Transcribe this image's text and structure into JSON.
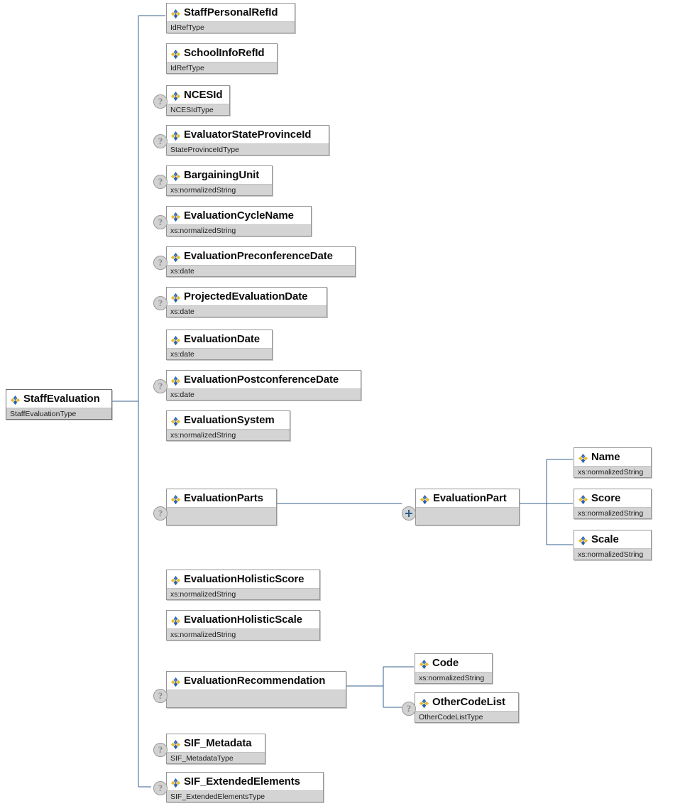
{
  "diagram": {
    "kind": "xml-schema-tree",
    "line_color": "#36618e",
    "box_border_color": "#949494",
    "type_bar_color": "#d4d4d4",
    "icon_name": "xsd-element-icon",
    "optional_marker": "?",
    "sequence_marker": "+",
    "root": {
      "name": "StaffEvaluation",
      "type": "StaffEvaluationType",
      "optional": false
    },
    "children": [
      {
        "name": "StaffPersonalRefId",
        "type": "IdRefType",
        "optional": false
      },
      {
        "name": "SchoolInfoRefId",
        "type": "IdRefType",
        "optional": false
      },
      {
        "name": "NCESId",
        "type": "NCESIdType",
        "optional": true
      },
      {
        "name": "EvaluatorStateProvinceId",
        "type": "StateProvinceIdType",
        "optional": true
      },
      {
        "name": "BargainingUnit",
        "type": "xs:normalizedString",
        "optional": true
      },
      {
        "name": "EvaluationCycleName",
        "type": "xs:normalizedString",
        "optional": true
      },
      {
        "name": "EvaluationPreconferenceDate",
        "type": "xs:date",
        "optional": true
      },
      {
        "name": "ProjectedEvaluationDate",
        "type": "xs:date",
        "optional": true
      },
      {
        "name": "EvaluationDate",
        "type": "xs:date",
        "optional": false
      },
      {
        "name": "EvaluationPostconferenceDate",
        "type": "xs:date",
        "optional": true
      },
      {
        "name": "EvaluationSystem",
        "type": "xs:normalizedString",
        "optional": false
      },
      {
        "name": "EvaluationParts",
        "type": "",
        "optional": true
      },
      {
        "name": "EvaluationHolisticScore",
        "type": "xs:normalizedString",
        "optional": false
      },
      {
        "name": "EvaluationHolisticScale",
        "type": "xs:normalizedString",
        "optional": false
      },
      {
        "name": "EvaluationRecommendation",
        "type": "",
        "optional": true
      },
      {
        "name": "SIF_Metadata",
        "type": "SIF_MetadataType",
        "optional": true
      },
      {
        "name": "SIF_ExtendedElements",
        "type": "SIF_ExtendedElementsType",
        "optional": true
      }
    ],
    "evaluation_part": {
      "name": "EvaluationPart",
      "type": "",
      "optional": false,
      "sequence": true
    },
    "evaluation_part_children": [
      {
        "name": "Name",
        "type": "xs:normalizedString",
        "optional": false
      },
      {
        "name": "Score",
        "type": "xs:normalizedString",
        "optional": false
      },
      {
        "name": "Scale",
        "type": "xs:normalizedString",
        "optional": false
      }
    ],
    "recommendation_children": [
      {
        "name": "Code",
        "type": "xs:normalizedString",
        "optional": false
      },
      {
        "name": "OtherCodeList",
        "type": "OtherCodeListType",
        "optional": true
      }
    ]
  }
}
